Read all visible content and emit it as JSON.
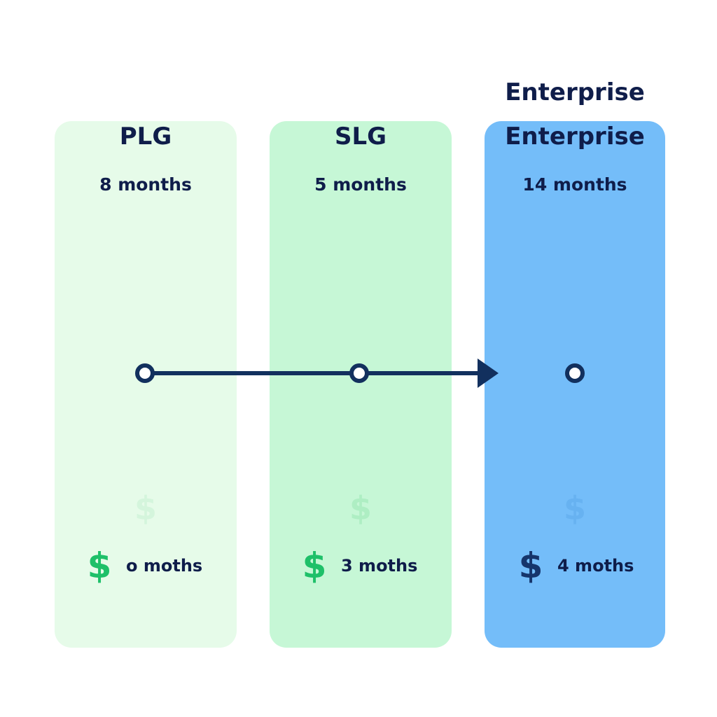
{
  "top_label": "Enterprise",
  "columns": [
    {
      "title": "PLG",
      "duration": "8 months",
      "payback": "o moths"
    },
    {
      "title": "SLG",
      "duration": "5 months",
      "payback": "3 moths"
    },
    {
      "title": "Enterprise",
      "duration": "14 months",
      "payback": "4 moths"
    }
  ],
  "icons": {
    "currency": "$"
  },
  "colors": {
    "plg_bg": "#e6fbe9",
    "slg_bg": "#c6f7d6",
    "enterprise_bg": "#74bdf9",
    "text_dark": "#0f1d4a",
    "green_dollar": "#1ec069",
    "navy_dollar": "#16356b",
    "timeline_line": "#12305e"
  }
}
